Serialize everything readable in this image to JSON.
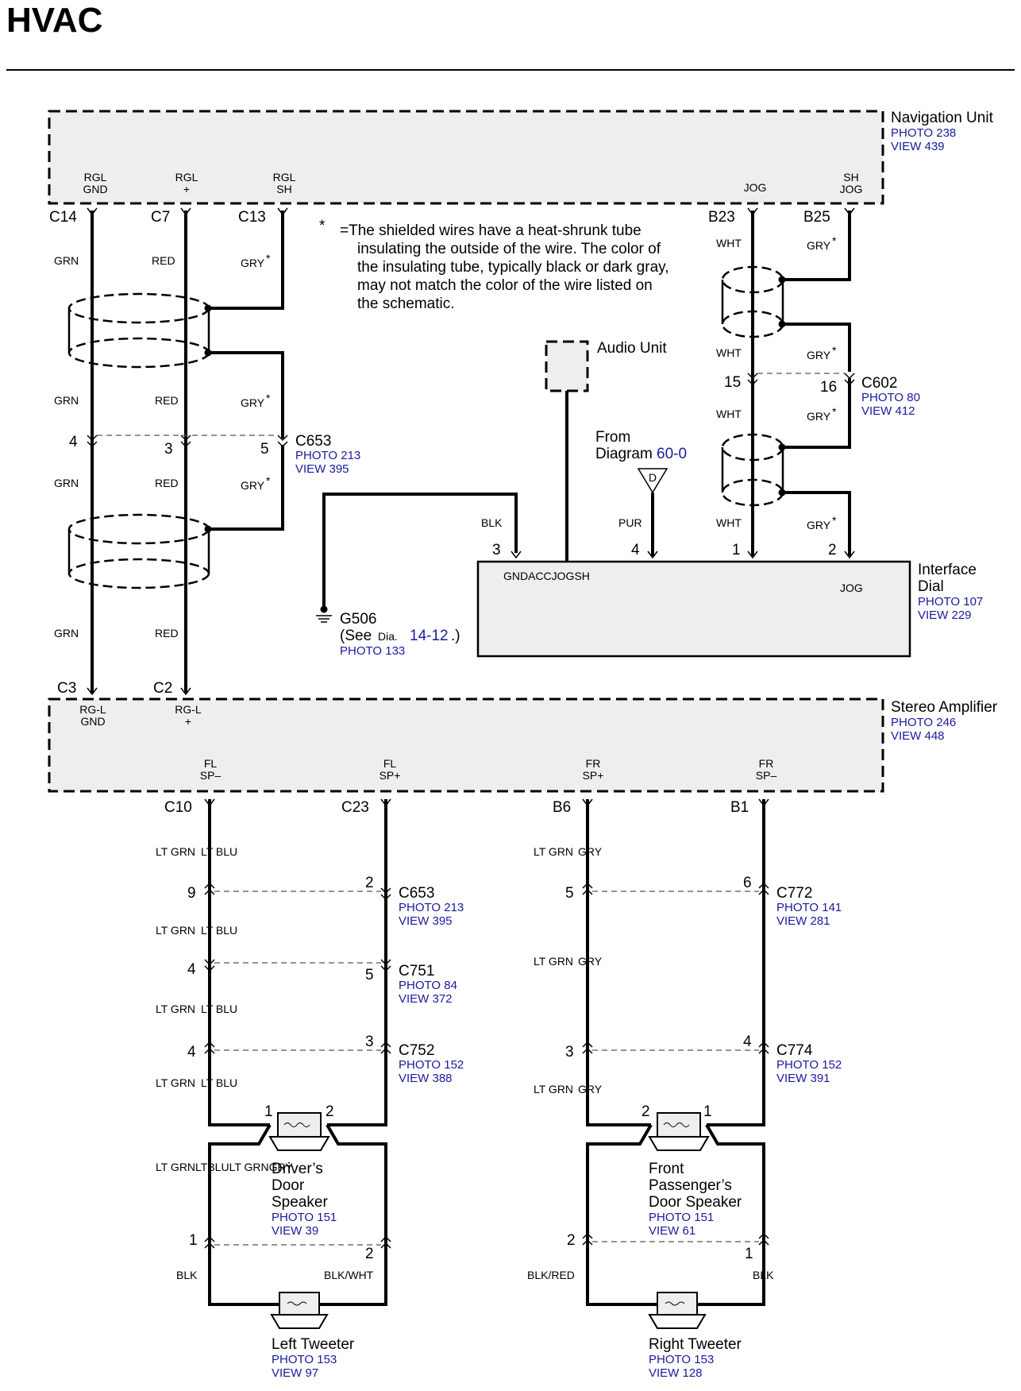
{
  "title": "HVAC",
  "note": {
    "mark": "*",
    "lines": [
      "=The shielded wires have a heat-shrunk tube",
      "insulating the outside of the wire.  The color of",
      "the insulating tube, typically black or dark gray,",
      "may not match the color of the wire listed on",
      "the schematic."
    ]
  },
  "nav_unit": {
    "name": "Navigation Unit",
    "photo": "PHOTO 238",
    "view": "VIEW 439",
    "pins": [
      {
        "line1": "RGL",
        "line2": "GND",
        "connector": "C14"
      },
      {
        "line1": "RGL",
        "line2": "+",
        "connector": "C7"
      },
      {
        "line1": "RGL",
        "line2": "SH",
        "connector": "C13"
      },
      {
        "line1": "",
        "line2": "JOG",
        "connector": "B23"
      },
      {
        "line1": "SH",
        "line2": "JOG",
        "connector": "B25"
      }
    ]
  },
  "wires_left": {
    "grn": "GRN",
    "red": "RED",
    "gry": "GRY",
    "star": "*"
  },
  "c653_top": {
    "name": "C653",
    "photo": "PHOTO 213",
    "view": "VIEW 395",
    "pin_a": "4",
    "pin_b": "3",
    "pin_c": "5"
  },
  "audio_unit": {
    "name": "Audio Unit"
  },
  "from_diagram": {
    "line1": "From",
    "line2": "Diagram",
    "ref": "60-0",
    "symbol": "D"
  },
  "c602": {
    "name": "C602",
    "photo": "PHOTO 80",
    "view": "VIEW 412",
    "pin_a": "15",
    "pin_b": "16"
  },
  "wires_right": {
    "wht": "WHT",
    "gry": "GRY",
    "star": "*"
  },
  "interface_dial": {
    "name1": "Interface",
    "name2": "Dial",
    "photo": "PHOTO 107",
    "view": "VIEW 229",
    "pin_label": "GNDACCJOGSH",
    "jog": "JOG",
    "wires": [
      {
        "color": "BLK",
        "pin": "3"
      },
      {
        "color": "PUR",
        "pin": "4"
      },
      {
        "color": "WHT",
        "pin": "1"
      },
      {
        "color": "GRY",
        "pin": "2"
      }
    ]
  },
  "g506": {
    "name": "G506",
    "see": "(See",
    "dia": "Dia.",
    "ref": "14-12",
    "close": ".)",
    "photo": "PHOTO 133"
  },
  "stereo_amp": {
    "name": "Stereo Amplifier",
    "photo": "PHOTO 246",
    "view": "VIEW 448",
    "pins_top": [
      {
        "line1": "RG-L",
        "line2": "GND",
        "connector": "C3"
      },
      {
        "line1": "RG-L",
        "line2": "+",
        "connector": "C2"
      }
    ],
    "pins_bottom": [
      {
        "line1": "FL",
        "line2": "SP–",
        "connector": "C10"
      },
      {
        "line1": "FL",
        "line2": "SP+",
        "connector": "C23"
      },
      {
        "line1": "FR",
        "line2": "SP+",
        "connector": "B6"
      },
      {
        "line1": "FR",
        "line2": "SP–",
        "connector": "B1"
      }
    ]
  },
  "left_speaker_wires": {
    "ltgrn": "LT GRN",
    "ltblu": "LT BLU",
    "combo": "LT GRNLTBLULT GRNGRY"
  },
  "right_speaker_wires": {
    "ltgrn": "LT GRN",
    "gry": "GRY"
  },
  "c653_left": {
    "name": "C653",
    "photo": "PHOTO 213",
    "view": "VIEW 395",
    "pin_a": "9",
    "pin_b": "2"
  },
  "c751": {
    "name": "C751",
    "photo": "PHOTO 84",
    "view": "VIEW 372",
    "pin_a": "4",
    "pin_b": "5"
  },
  "c752": {
    "name": "C752",
    "photo": "PHOTO 152",
    "view": "VIEW 388",
    "pin_a": "4",
    "pin_b": "3"
  },
  "c772": {
    "name": "C772",
    "photo": "PHOTO 141",
    "view": "VIEW 281",
    "pin_a": "5",
    "pin_b": "6"
  },
  "c774": {
    "name": "C774",
    "photo": "PHOTO 152",
    "view": "VIEW 391",
    "pin_a": "3",
    "pin_b": "4"
  },
  "drivers_speaker": {
    "line1": "Driver’s",
    "line2": "Door",
    "line3": "Speaker",
    "photo": "PHOTO 151",
    "view": "VIEW 39",
    "pin_a": "1",
    "pin_b": "2"
  },
  "pass_speaker": {
    "line1": "Front",
    "line2": "Passenger’s",
    "line3": "Door Speaker",
    "photo": "PHOTO 151",
    "view": "VIEW 61",
    "pin_a": "2",
    "pin_b": "1"
  },
  "left_tweeter": {
    "name": "Left Tweeter",
    "photo": "PHOTO 153",
    "view": "VIEW 97",
    "pin_a": "1",
    "pin_b": "2",
    "wire_a": "BLK",
    "wire_b": "BLK/WHT"
  },
  "right_tweeter": {
    "name": "Right Tweeter",
    "photo": "PHOTO 153",
    "view": "VIEW 128",
    "pin_a": "2",
    "pin_b": "1",
    "wire_a": "BLK/RED",
    "wire_b": "BLK"
  }
}
